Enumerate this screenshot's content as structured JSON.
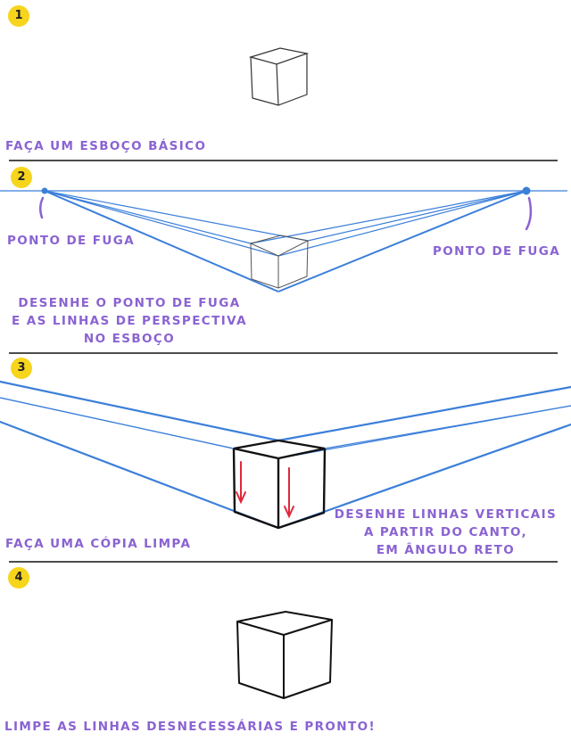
{
  "steps": [
    {
      "number": "1",
      "caption": "FAÇA UM ESBOÇO BÁSICO"
    },
    {
      "number": "2",
      "caption": "DESENHE O PONTO DE FUGA\nE AS LINHAS DE PERSPECTIVA\nNO ESBOÇO",
      "left_vp_label": "PONTO DE FUGA",
      "right_vp_label": "PONTO DE FUGA"
    },
    {
      "number": "3",
      "caption": "FAÇA UMA CÓPIA LIMPA",
      "note": "DESENHE LINHAS VERTICAIS\nA PARTIR DO CANTO,\nEM ÂNGULO RETO"
    },
    {
      "number": "4",
      "caption": "LIMPE AS LINHAS DESNECESSÁRIAS E PRONTO!"
    }
  ],
  "colors": {
    "caption": "#8a63d2",
    "perspective_line": "#3b7fd9",
    "arrow": "#e0283a",
    "badge": "#f7d51d",
    "ink": "#111111"
  }
}
